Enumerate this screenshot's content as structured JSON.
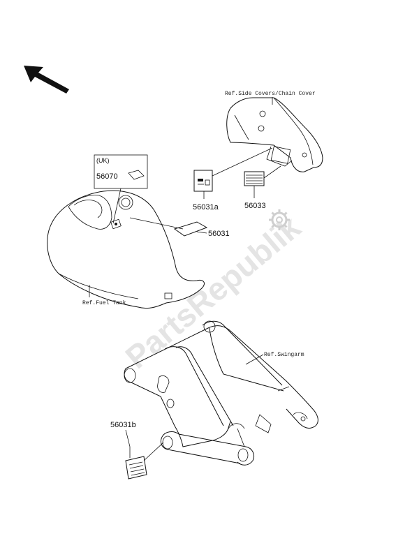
{
  "watermark": "PartsRepublik",
  "refs": {
    "side_covers": "Ref.Side Covers/Chain Cover",
    "fuel_tank": "Ref.Fuel Tank",
    "swingarm": "Ref.Swingarm"
  },
  "uk_box": {
    "tag": "(UK)",
    "part": "56070"
  },
  "parts": {
    "p56031": "56031",
    "p56031a": "56031a",
    "p56033": "56033",
    "p56031b": "56031b"
  },
  "icons": {
    "direction": "front-direction-arrow-icon",
    "watermark_gear": "gear-icon"
  }
}
